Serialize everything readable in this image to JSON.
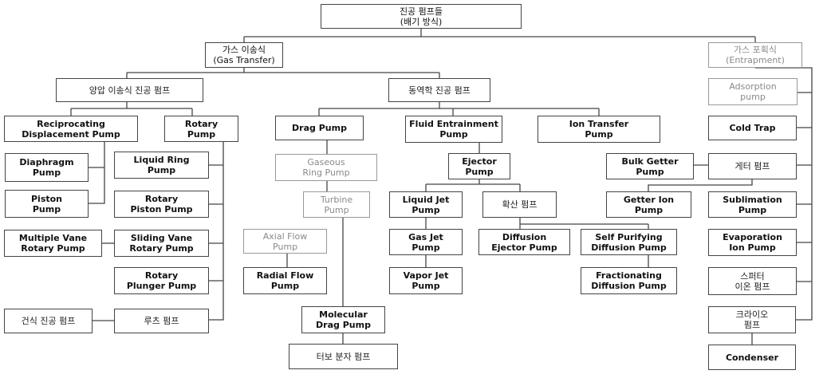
{
  "nodes": {
    "root": "진공 펌프들\n(배기 방식)",
    "gas_transfer": "가스 이송식\n(Gas Transfer)",
    "entrapment": "가스 포획식\n(Entrapment)",
    "positive_disp": "양압 이송식 진공 펌프",
    "kinetic": "동역학 진공 펌프",
    "reciprocating": "Reciprocating\nDisplacement Pump",
    "rotary": "Rotary\nPump",
    "diaphragm": "Diaphragm\nPump",
    "piston": "Piston\nPump",
    "liquid_ring": "Liquid Ring\nPump",
    "rotary_piston": "Rotary\nPiston Pump",
    "multiple_vane": "Multiple Vane\nRotary Pump",
    "sliding_vane": "Sliding Vane\nRotary Pump",
    "rotary_plunger": "Rotary\nPlunger Pump",
    "dry_vacuum": "건식 진공 펌프",
    "roots": "루츠 펌프",
    "drag": "Drag Pump",
    "gaseous_ring": "Gaseous\nRing Pump",
    "turbine": "Turbine\nPump",
    "axial_flow": "Axial Flow\nPump",
    "radial_flow": "Radial Flow\nPump",
    "molecular_drag": "Molecular\nDrag Pump",
    "turbo_molecular": "터보 분자 펌프",
    "fluid_entrainment": "Fluid Entrainment\nPump",
    "ejector": "Ejector\nPump",
    "liquid_jet": "Liquid Jet\nPump",
    "diffusion_kr": "확산 펌프",
    "gas_jet": "Gas Jet\nPump",
    "vapor_jet": "Vapor Jet\nPump",
    "diffusion_ejector": "Diffusion\nEjector Pump",
    "self_purifying": "Self Purifying\nDiffusion Pump",
    "fractionating": "Fractionating\nDiffusion Pump",
    "ion_transfer": "Ion Transfer\nPump",
    "adsorption": "Adsorption\npump",
    "cold_trap": "Cold Trap",
    "bulk_getter": "Bulk Getter\nPump",
    "getter_kr": "게터 펌프",
    "getter_ion": "Getter Ion\nPump",
    "sublimation": "Sublimation\nPump",
    "evaporation_ion": "Evaporation\nIon Pump",
    "sputter_ion": "스퍼터\n이온 펌프",
    "cryo": "크라이오\n펌프",
    "condenser": "Condenser"
  }
}
